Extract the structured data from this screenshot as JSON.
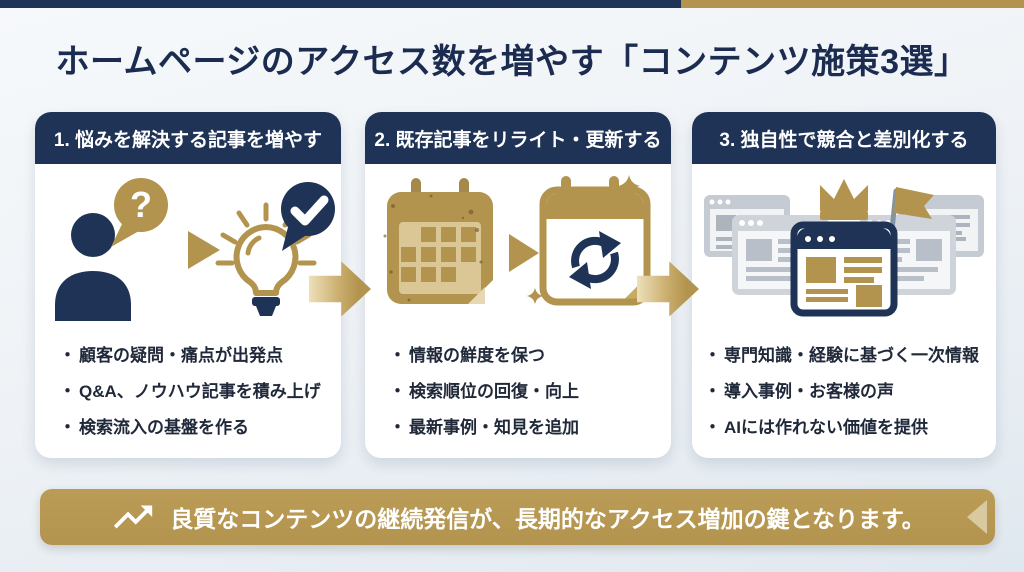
{
  "title": "ホームページのアクセス数を増やす「コンテンツ施策3選」",
  "ui": {
    "bullet_marker": "・",
    "question_mark": "?"
  },
  "cards": [
    {
      "header": "1. 悩みを解決する記事を増やす",
      "icons": [
        "person-icon",
        "question-bubble-icon",
        "small-arrow-icon",
        "lightbulb-icon",
        "check-badge-icon"
      ],
      "bullets": [
        "顧客の疑問・痛点が出発点",
        "Q&A、ノウハウ記事を積み上げ",
        "検索流入の基盤を作る"
      ]
    },
    {
      "header": "2. 既存記事をリライト・更新する",
      "icons": [
        "old-calendar-icon",
        "small-arrow-icon",
        "refresh-calendar-icon",
        "sparkles-icon"
      ],
      "bullets": [
        "情報の鮮度を保つ",
        "検索順位の回復・向上",
        "最新事例・知見を追加"
      ]
    },
    {
      "header": "3. 独自性で競合と差別化する",
      "icons": [
        "browser-windows-icon",
        "crown-icon",
        "flag-icon"
      ],
      "bullets": [
        "専門知識・経験に基づく一次情報",
        "導入事例・お客様の声",
        "AIには作れない価値を提供"
      ]
    }
  ],
  "connectors": [
    "big-right-arrow-icon",
    "big-right-arrow-icon"
  ],
  "footer": {
    "icon": "trending-up-icon",
    "message": "良質なコンテンツの継続発信が、長期的なアクセス増加の鍵となります。"
  },
  "colors": {
    "navy": "#1e3356",
    "gold": "#b3944e",
    "gold_light": "#dbc795",
    "background": "#eef2f6",
    "card_bg": "#ffffff",
    "gray_icon": "#c5cbd3",
    "title_text": "#1b2c50",
    "body_text": "#20293a",
    "banner_text": "#ffffff"
  }
}
